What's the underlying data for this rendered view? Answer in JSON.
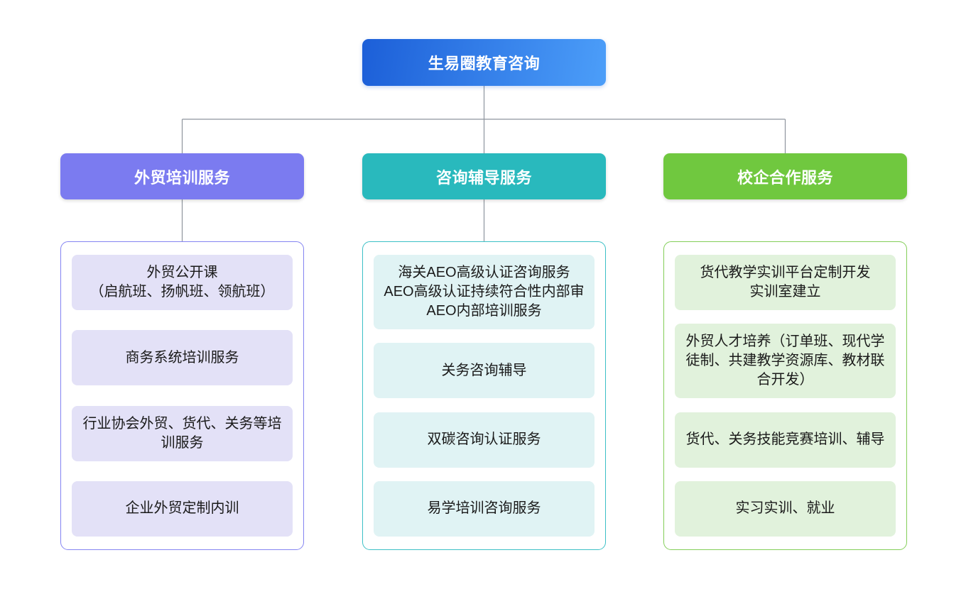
{
  "page": {
    "background_color": "#ffffff"
  },
  "root": {
    "label": "生易圈教育咨询",
    "gradient_start": "#1c5fd8",
    "gradient_end": "#4c9ef9",
    "text_color": "#ffffff"
  },
  "connectors": {
    "color": "#8e959d"
  },
  "branches": [
    {
      "label": "外贸培训服务",
      "header_color": "#7b7bf0",
      "border_color": "#8484f2",
      "item_bg": "#e3e1f7",
      "items": [
        "外贸公开课\n（启航班、扬帆班、领航班）",
        "商务系统培训服务",
        "行业协会外贸、货代、关务等培训服务",
        "企业外贸定制内训"
      ]
    },
    {
      "label": "咨询辅导服务",
      "header_color": "#29b9bd",
      "border_color": "#3cc0c6",
      "item_bg": "#e0f3f4",
      "items": [
        "海关AEO高级认证咨询服务\nAEO高级认证持续符合性内部审\nAEO内部培训服务",
        "关务咨询辅导",
        "双碳咨询认证服务",
        "易学培训咨询服务"
      ]
    },
    {
      "label": "校企合作服务",
      "header_color": "#70c83f",
      "border_color": "#83ce58",
      "item_bg": "#e1f2dc",
      "items": [
        "货代教学实训平台定制开发\n实训室建立",
        "外贸人才培养（订单班、现代学徒制、共建教学资源库、教材联合开发）",
        "货代、关务技能竞赛培训、辅导",
        "实习实训、就业"
      ]
    }
  ]
}
